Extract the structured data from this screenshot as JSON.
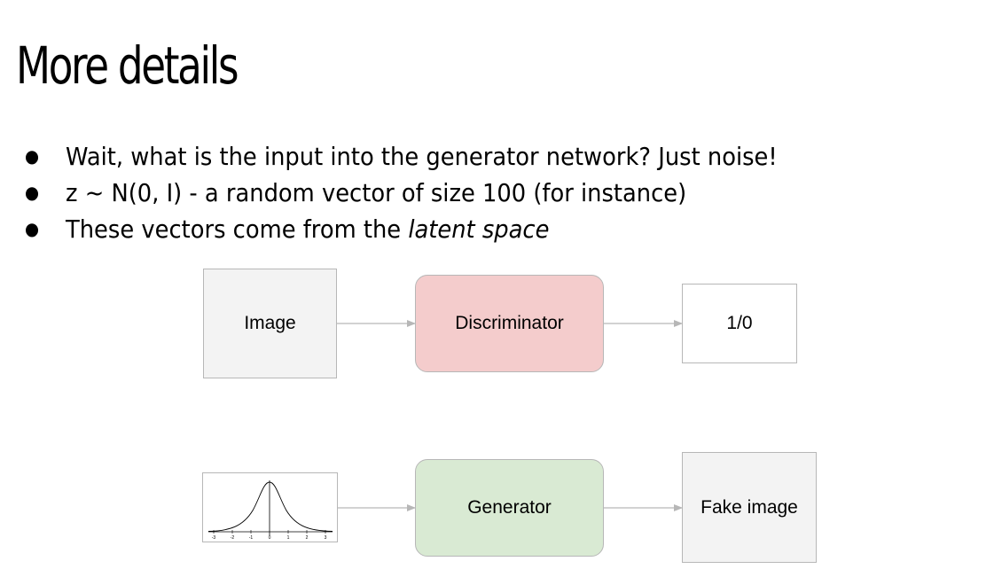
{
  "slide": {
    "title": "More details",
    "bullets": [
      {
        "text": "Wait, what is the input into the generator network? Just noise!"
      },
      {
        "text": "z ~ N(0, I) - a random vector of size 100 (for instance)"
      },
      {
        "text_prefix": "These vectors come from the ",
        "text_italic": "latent space"
      }
    ],
    "bullet_symbol": "●"
  },
  "diagram": {
    "top_row": {
      "input_label": "Image",
      "model_label": "Discriminator",
      "output_label": "1/0"
    },
    "bottom_row": {
      "input_icon": "gaussian-curve-icon",
      "model_label": "Generator",
      "output_label": "Fake image"
    },
    "gaussian_ticks": [
      "-3",
      "-2",
      "-1",
      "0",
      "1",
      "2",
      "3"
    ],
    "colors": {
      "discriminator_fill": "#f4cccc",
      "generator_fill": "#d9ead3",
      "neutral_fill": "#f3f3f3",
      "arrow": "#b7b7b7"
    }
  }
}
